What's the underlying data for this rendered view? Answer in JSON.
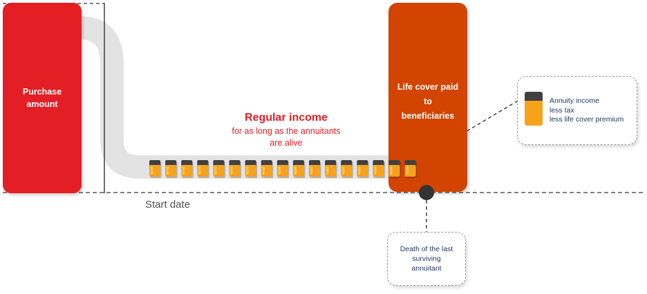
{
  "diagram": {
    "purchase_block": {
      "label": "Purchase\namount",
      "color": "#e31e24"
    },
    "life_cover_block": {
      "label": "Life cover paid\nto\nbeneficiaries",
      "color": "#d24400"
    },
    "regular_income": {
      "title": "Regular income",
      "subtitle": "for as long as the annuitants\nare alive",
      "color": "#e31e24"
    },
    "start_date_label": "Start date",
    "income_callout": {
      "lines": [
        "Annuity income",
        "less tax",
        "less life cover premium"
      ],
      "icon": "income-payment-icon"
    },
    "death_callout": {
      "label": "Death of the last\nsurviving\nannuitant"
    },
    "payments": {
      "count": 17,
      "icon": "income-payment-icon"
    },
    "colors": {
      "payment_fill": "#f7a21b",
      "payment_lid": "#404040",
      "flow_pipe": "#e3e3e3",
      "dashed_line": "#333333",
      "text_dark": "#1f3864"
    }
  }
}
